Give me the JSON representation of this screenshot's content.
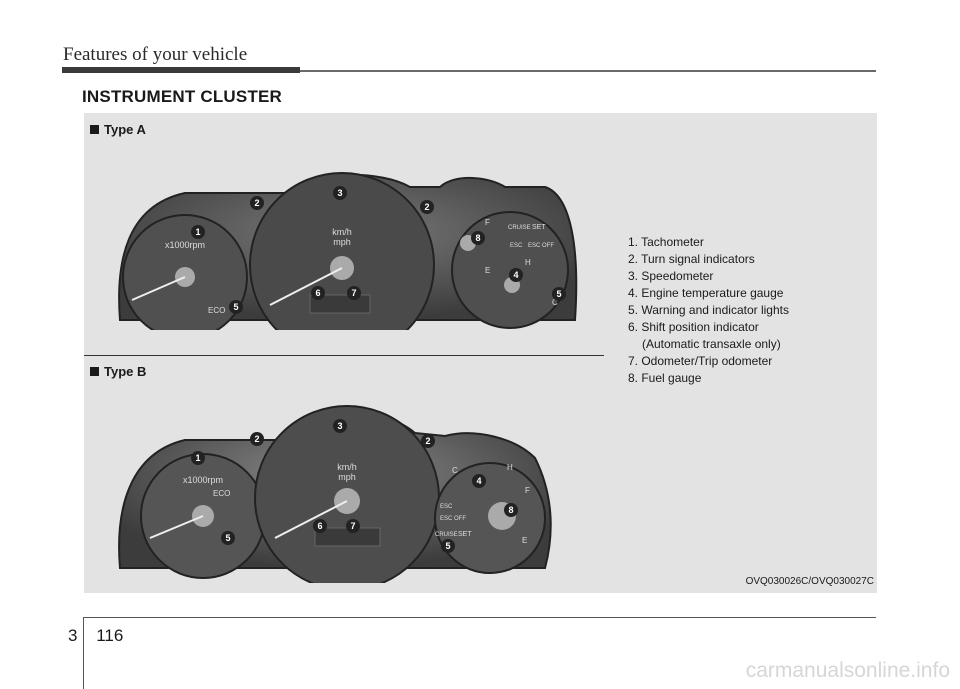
{
  "header": {
    "title": "Features of your vehicle"
  },
  "section": {
    "title": "INSTRUMENT CLUSTER"
  },
  "type_a": {
    "label": "Type A"
  },
  "type_b": {
    "label": "Type B"
  },
  "legend": {
    "items": [
      "1. Tachometer",
      "2. Turn signal indicators",
      "3. Speedometer",
      "4. Engine temperature gauge",
      "5. Warning and indicator lights",
      "6. Shift position indicator",
      "(Automatic transaxle only)",
      "7. Odometer/Trip odometer",
      "8. Fuel gauge"
    ]
  },
  "figure_code": "OVQ030026C/OVQ030027C",
  "page": {
    "chapter": "3",
    "number": "116"
  },
  "watermark": "carmanualsonline.info",
  "gauge_text": {
    "rpm": "x1000rpm",
    "kmh": "km/h",
    "mph": "mph",
    "eco": "ECO",
    "cruise": "CRUISE",
    "set": "SET",
    "esc": "ESC",
    "esc_off": "ESC OFF",
    "fuel_f": "F",
    "fuel_e": "E",
    "temp_h": "H",
    "temp_c": "C"
  },
  "callouts": [
    "1",
    "2",
    "3",
    "4",
    "5",
    "6",
    "7",
    "8"
  ]
}
